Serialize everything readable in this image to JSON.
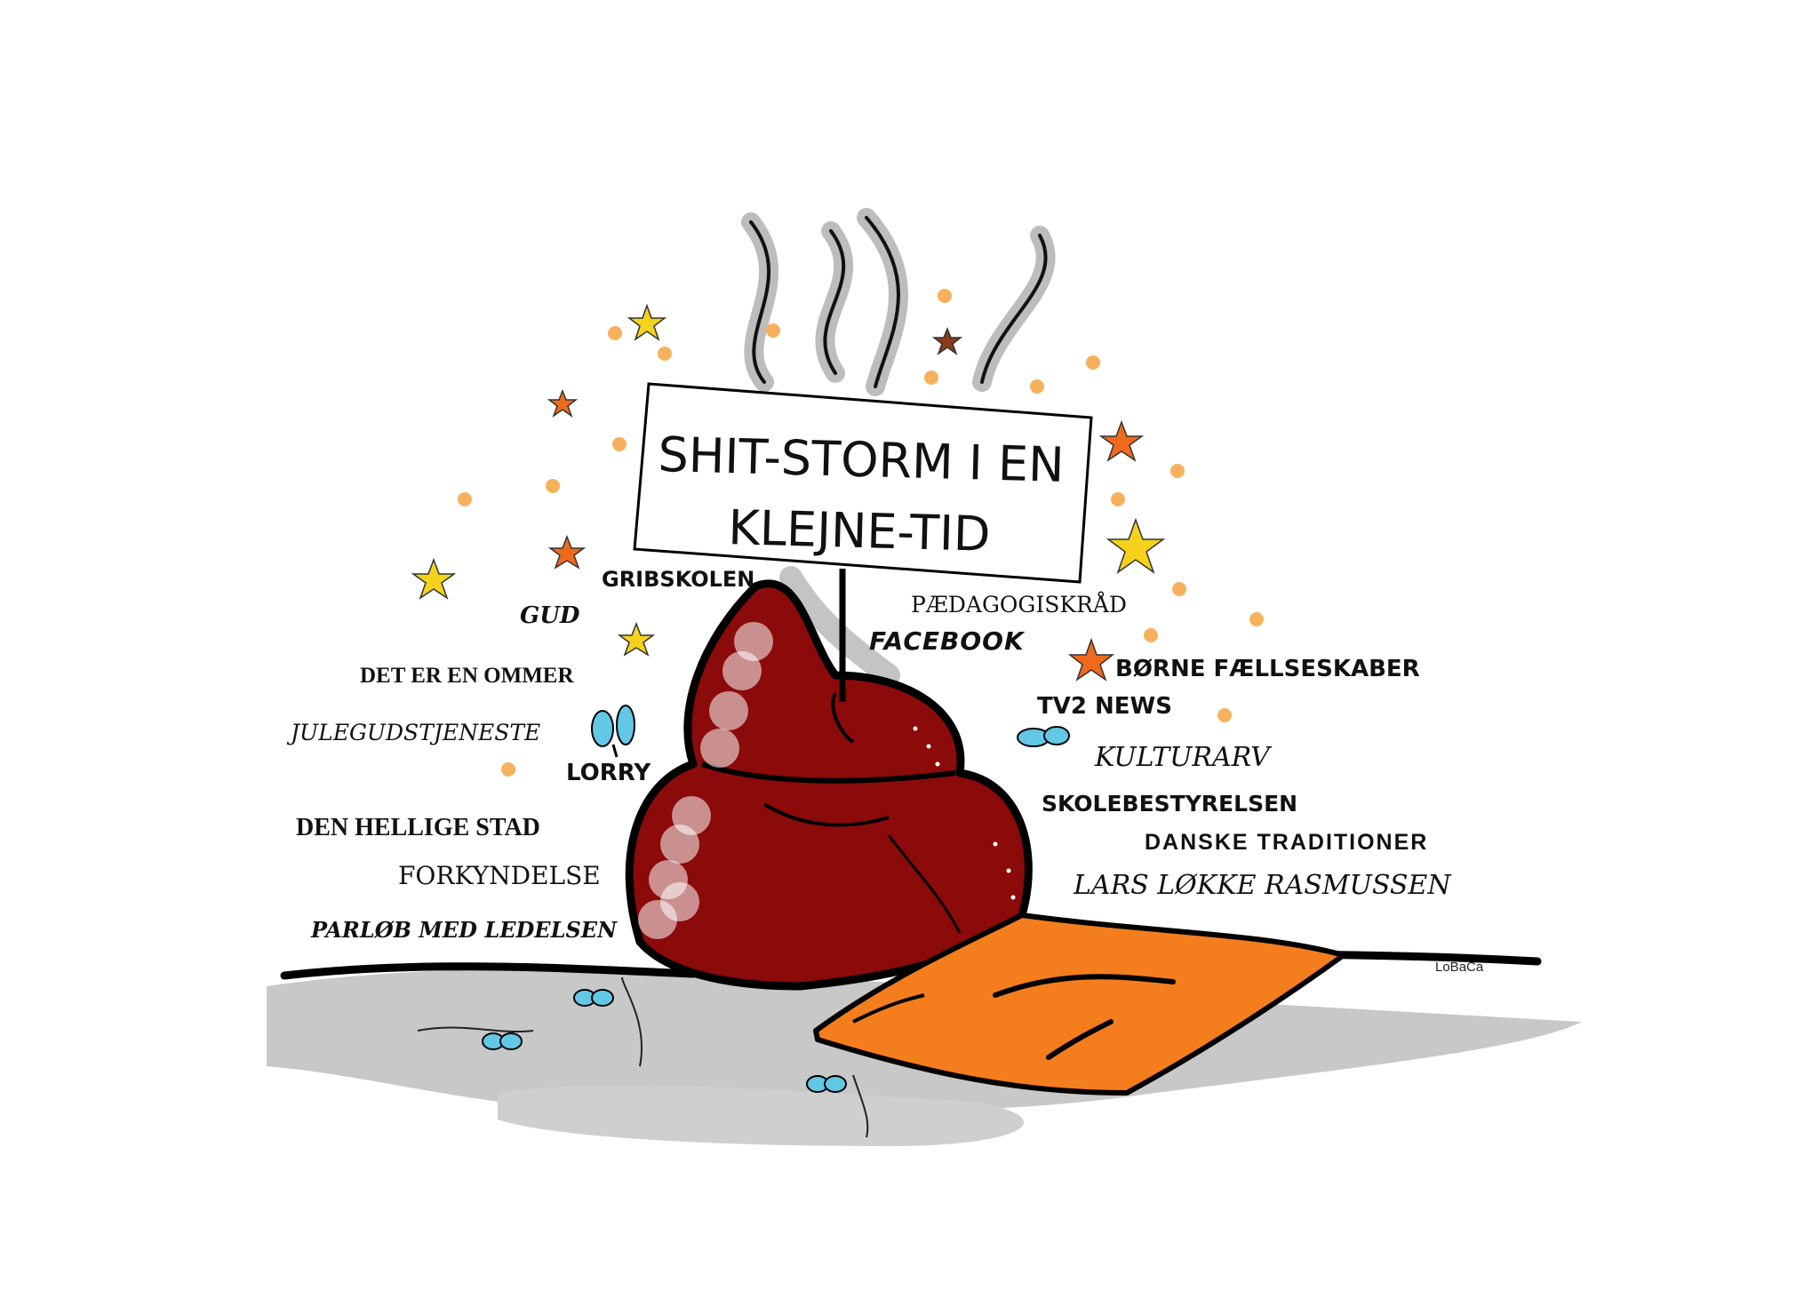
{
  "sign": {
    "line1": "SHIT-STORM I EN",
    "line2": "KLEJNE-TID"
  },
  "words": {
    "gribskolen": "GRIBSKOLEN",
    "gud": "GUD",
    "det_er_en_ommer": "DET ER EN OMMER",
    "julegudstjeneste": "JULEGUDSTJENESTE",
    "lorry": "LORRY",
    "den_hellige_stad": "DEN HELLIGE STAD",
    "forkyndelse": "FORKYNDELSE",
    "parlob": "PARLØB MED LEDELSEN",
    "paedagogiskraad": "PÆDAGOGISKRÅD",
    "facebook": "FACEBOOK",
    "borne": "BØRNE  FÆLLSESKABER",
    "tv2": "TV2 NEWS",
    "kulturarv": "KULTURARV",
    "skolebestyrelsen": "SKOLEBESTYRELSEN",
    "danske_traditioner": "DANSKE  TRADITIONER",
    "lars": "LARS LØKKE RASMUSSEN"
  },
  "signature": "LoBaCa",
  "colors": {
    "poop": "#8b0a0a",
    "pillow": "#f47d1e",
    "ground": "#c8c8c8",
    "steam": "#bdbdbd",
    "dot": "#f7b15c",
    "star_yellow": "#f5d21c",
    "star_orange": "#ef6a1d",
    "fly_wing": "#63c7e6"
  }
}
